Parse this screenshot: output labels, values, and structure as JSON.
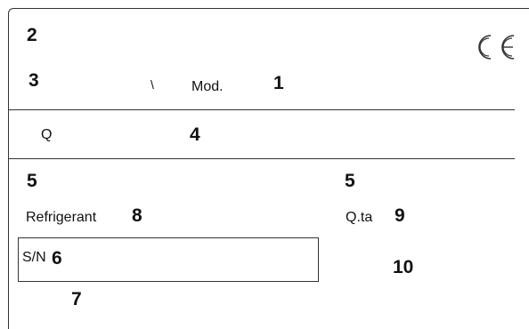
{
  "plate": {
    "row1": {
      "label_2": "2",
      "ce_mark": "CE"
    },
    "row2": {
      "label_3": "3",
      "separator_mark": "\\",
      "mod_label": "Mod.",
      "label_1": "1"
    },
    "row3": {
      "q_label": "Q",
      "label_4": "4"
    },
    "row4": {
      "label_5_left": "5",
      "label_5_right": "5"
    },
    "row5": {
      "refrigerant_label": "Refrigerant",
      "label_8": "8",
      "qta_label": "Q.ta",
      "label_9": "9"
    },
    "row6": {
      "sn_label": "S/N",
      "label_6": "6",
      "label_10": "10"
    },
    "row7": {
      "label_7": "7"
    }
  }
}
